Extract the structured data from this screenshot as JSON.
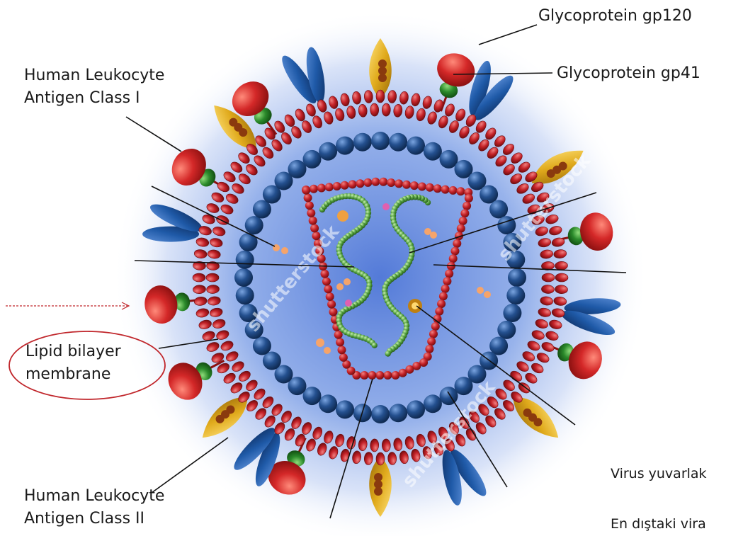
{
  "labels": {
    "hla1_line1": "Human Leukocyte",
    "hla1_line2": "Antigen Class I",
    "gp120": "Glycoprotein  gp120",
    "gp41": "Glycoprotein gp41",
    "lipid_line1": "Lipid bilayer",
    "lipid_line2": "membrane",
    "hla2_line1": "Human Leukocyte",
    "hla2_line2": "Antigen Class II",
    "note1": "Virus yuvarlak",
    "note2": "En dıştaki  vira"
  },
  "watermark": "shutterstock",
  "colors": {
    "membrane": "#c0262b",
    "matrix": "#1f4f8f",
    "rna": "#4c9a3a",
    "gp120": "#d42828",
    "gp41": "#2b8a2b",
    "hla_class1": "#d8a41a",
    "hla_class2": "#1f5aa8",
    "halo": "#6a93e0",
    "annotation": "#c0262b"
  }
}
